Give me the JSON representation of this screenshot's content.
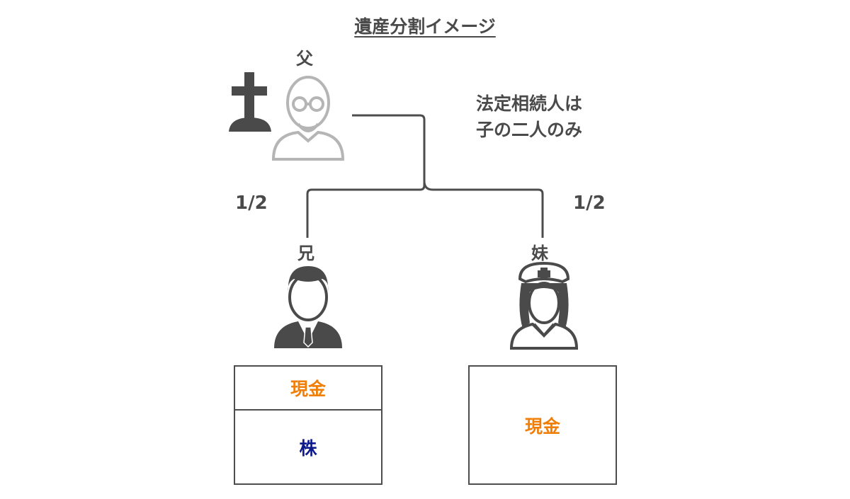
{
  "title": "遺産分割イメージ",
  "deceased": {
    "label": "父",
    "icon": "elderly-man-icon",
    "grave_icon": "grave-cross-icon"
  },
  "note": {
    "line1": "法定相続人は",
    "line2": "子の二人のみ"
  },
  "heirs": [
    {
      "label": "兄",
      "share": "1/2",
      "icon": "businessman-icon",
      "assets": [
        {
          "label": "現金",
          "color": "#f07f0a"
        },
        {
          "label": "株",
          "color": "#0d1a8c"
        }
      ]
    },
    {
      "label": "妹",
      "share": "1/2",
      "icon": "nurse-icon",
      "assets": [
        {
          "label": "現金",
          "color": "#f07f0a"
        }
      ]
    }
  ],
  "colors": {
    "line": "#4d4d4d",
    "text": "#4a4a4a",
    "deceased_icon": "#b5b5b5",
    "cash": "#f07f0a",
    "stock": "#0d1a8c"
  }
}
